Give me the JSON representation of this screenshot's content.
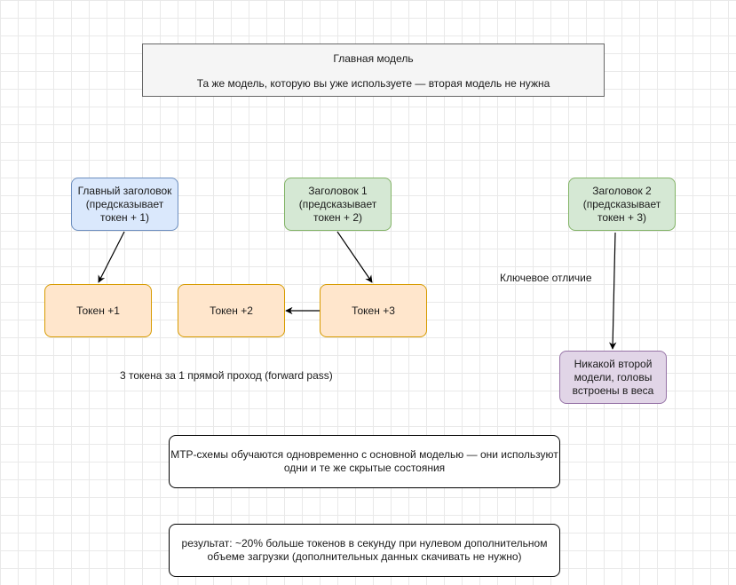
{
  "main_model": {
    "title": "Главная модель",
    "subtitle": "Та же модель, которую вы уже используете — вторая модель не нужна"
  },
  "heads": {
    "main": [
      "Главный заголовок",
      "(предсказывает",
      "токен + 1)"
    ],
    "head1": [
      "Заголовок 1",
      "(предсказывает",
      "токен + 2)"
    ],
    "head2": [
      "Заголовок 2",
      "(предсказывает",
      "токен + 3)"
    ]
  },
  "tokens": {
    "t1": "Токен +1",
    "t2": "Токен +2",
    "t3": "Токен +3"
  },
  "key_difference_label": "Ключевое отличие",
  "no_second_model": [
    "Никакой второй",
    "модели, головы",
    "встроены в веса"
  ],
  "forward_pass_label": "3 токена за 1 прямой проход (forward pass)",
  "notes": {
    "mtp": [
      "MTP-схемы обучаются одновременно с основной моделью — они используют",
      "одни и те же скрытые состояния"
    ],
    "result": [
      "результат: ~20% больше токенов в секунду при нулевом дополнительном",
      "объеме загрузки (дополнительных данных скачивать не нужно)"
    ]
  },
  "colors": {
    "blue_fill": "#dae8fc",
    "blue_stroke": "#6c8ebf",
    "green_fill": "#d5e8d4",
    "green_stroke": "#82b366",
    "orange_fill": "#ffe6cc",
    "orange_stroke": "#d79b00",
    "purple_fill": "#e1d5e7",
    "purple_stroke": "#9673a6",
    "gray_fill": "#f5f5f5",
    "gray_stroke": "#666666"
  }
}
